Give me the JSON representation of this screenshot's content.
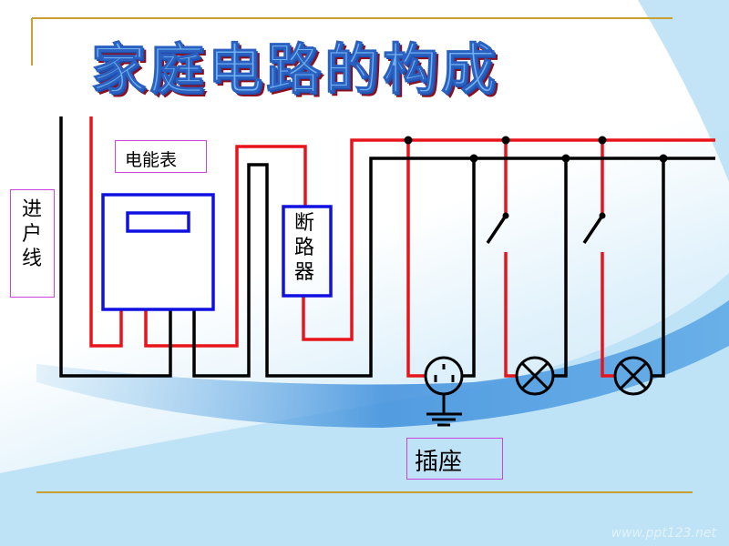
{
  "title": "家庭电路的构成",
  "labels": {
    "incoming_line": "进户线",
    "meter": "电能表",
    "breaker": "断路器",
    "socket": "插座"
  },
  "watermark": "www.ppt123.net",
  "colors": {
    "live": "#e8141c",
    "neutral": "#000000",
    "device": "#1010e0",
    "label_border": "#cc44dd",
    "rule": "#c8a030"
  }
}
